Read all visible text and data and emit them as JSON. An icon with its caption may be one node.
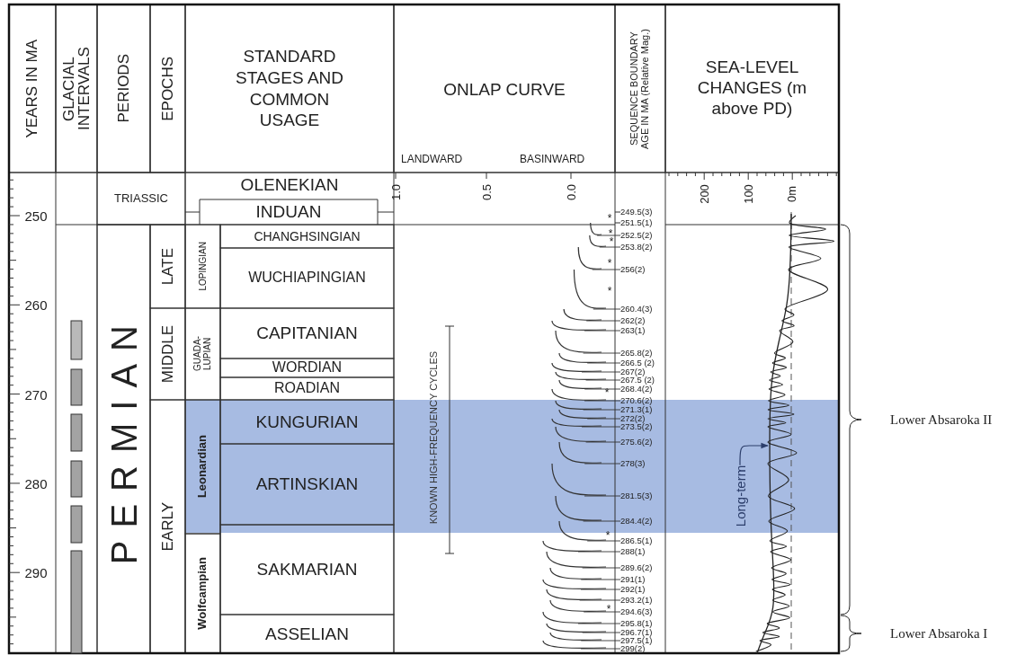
{
  "diagram": {
    "nodes": [
      {
        "text": [
          "YEARS IN MA"
        ]
      },
      {
        "text": [
          "GLACIAL INTERVALS"
        ]
      },
      {
        "text": [
          "PERIODS"
        ]
      },
      {
        "text": [
          "EPOCHS"
        ]
      },
      {
        "text": [
          "STANDARD STAGES AND COMMON USAGE"
        ]
      },
      {
        "text": [
          "ONLAP CURVE",
          "LANDWARD",
          "BASINWARD"
        ]
      },
      {
        "text": [
          "SEQUENCE BOUNDARY AGE IN MA (Relative Mag.)"
        ]
      },
      {
        "text": [
          "SEA-LEVEL CHANGES (m above PD)"
        ]
      },
      {
        "text": [
          "TRIASSIC"
        ]
      },
      {
        "text": [
          "OLENEKIAN"
        ]
      },
      {
        "text": [
          "INDUAN"
        ]
      },
      {
        "text": [
          "PERMIAN"
        ]
      },
      {
        "text": [
          "LATE"
        ]
      },
      {
        "text": [
          "MIDDLE"
        ]
      },
      {
        "text": [
          "EARLY"
        ]
      },
      {
        "text": [
          "LOPINGIAN"
        ]
      },
      {
        "text": [
          "GUADA- LUPIAN"
        ]
      },
      {
        "text": [
          "Leonardian"
        ]
      },
      {
        "text": [
          "Wolfcampian"
        ]
      },
      {
        "text": [
          "CHANGHSINGIAN"
        ]
      },
      {
        "text": [
          "WUCHIAPINGIAN"
        ]
      },
      {
        "text": [
          "CAPITANIAN"
        ]
      },
      {
        "text": [
          "WORDIAN"
        ]
      },
      {
        "text": [
          "ROADIAN"
        ]
      },
      {
        "text": [
          "KUNGURIAN"
        ]
      },
      {
        "text": [
          "ARTINSKIAN"
        ]
      },
      {
        "text": [
          "SAKMARIAN"
        ]
      },
      {
        "text": [
          "ASSELIAN"
        ]
      },
      {
        "text": [
          "Long-term"
        ]
      },
      {
        "text": [],
        "shape": "line"
      }
    ],
    "edges": [
      {
        "from": 28,
        "to": 29,
        "arrow": "to"
      }
    ],
    "labels": [
      "250",
      "260",
      "270",
      "280",
      "290",
      "1.0",
      "0.5",
      "0.0",
      "KNOWN HIGH-FREQUENCY CYCLES",
      "249.5(3)",
      "251.5(1)",
      "252.5(2)",
      "253.8(2)",
      "256(2)",
      "260.4(3)",
      "262(2)",
      "263(1)",
      "265.8(2)",
      "266.5 (2)",
      "267(2)",
      "267.5 (2)",
      "268.4(2)",
      "270.6(2)",
      "271.3(1)",
      "272(2)",
      "273.5(2)",
      "275.6(2)",
      "278(3)",
      "281.5(3)",
      "284.4(2)",
      "286.5(1)",
      "288(1)",
      "289.6(2)",
      "291(1)",
      "292(1)",
      "293.2(1)",
      "294.6(3)",
      "295.8(1)",
      "296.7(1)",
      "297.5(1)",
      "299(2)",
      "*",
      "*",
      "*",
      "*",
      "*",
      "*",
      "*",
      "*",
      "200",
      "100",
      "0m",
      "Lower Absaroka II",
      "Lower Absaroka I"
    ]
  }
}
